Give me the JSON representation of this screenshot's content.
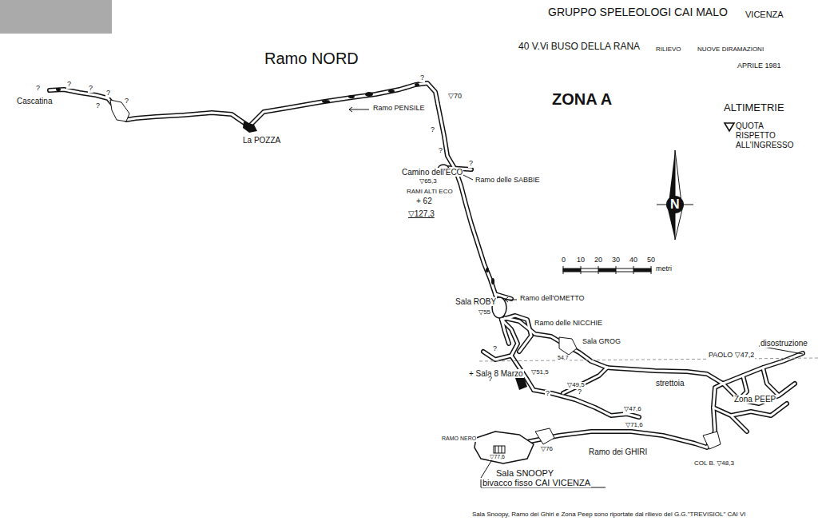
{
  "diagram": {
    "title": "GRUPPO SPELEOLOGI CAI MALO",
    "caption": "Sala Snoopy, Ramo dei Ghiri e Zona Peep sono riportate dal rilievo del G.G.\"TREVISIOL\" CAI VI",
    "labels": [
      "Ramo NORD",
      "40 V.Vi BUSO DELLA RANA",
      "RILIEVO",
      "NUOVE DIRAMAZIONI",
      "APRILE 1981",
      "ZONA A",
      "ALTIMETRIE",
      "Cascatina",
      "La POZZA",
      "Ramo PENSILE",
      "▽70",
      "Camino dell'ECO",
      "▽65,3",
      "Ramo delle SABBIE",
      "RAMI ALTI ECO",
      "+ 62",
      "▽127,3",
      "0",
      "10",
      "20",
      "30",
      "40",
      "50",
      "metri",
      "Sala ROBY",
      "▽55",
      "Ramo dell'OMETTO",
      "Ramo delle NICCHIE",
      "Sala GROG",
      "54,7",
      "PAOLO ▽47,2",
      "disostruzione",
      "+ Sala 8 Marzo",
      "▽51,5",
      "strettoia",
      "▽49,5",
      "Zona PEEP",
      "▽47,6",
      "RAMO NERO",
      "▽76",
      "▽71,6",
      "Ramo dei GHIRI",
      "▽77,6",
      "COL B. ▽48,3",
      "Sala SNOOPY",
      "bivacco fisso CAI VICENZA",
      "N",
      "VICENZA",
      "?",
      "?",
      "?",
      "?",
      "?",
      "?",
      "?",
      "?",
      "?",
      "?",
      "?",
      "?",
      "?",
      "?"
    ],
    "legend": [
      {
        "text": "QUOTA RISPETTO ALL'INGRESSO"
      }
    ]
  }
}
